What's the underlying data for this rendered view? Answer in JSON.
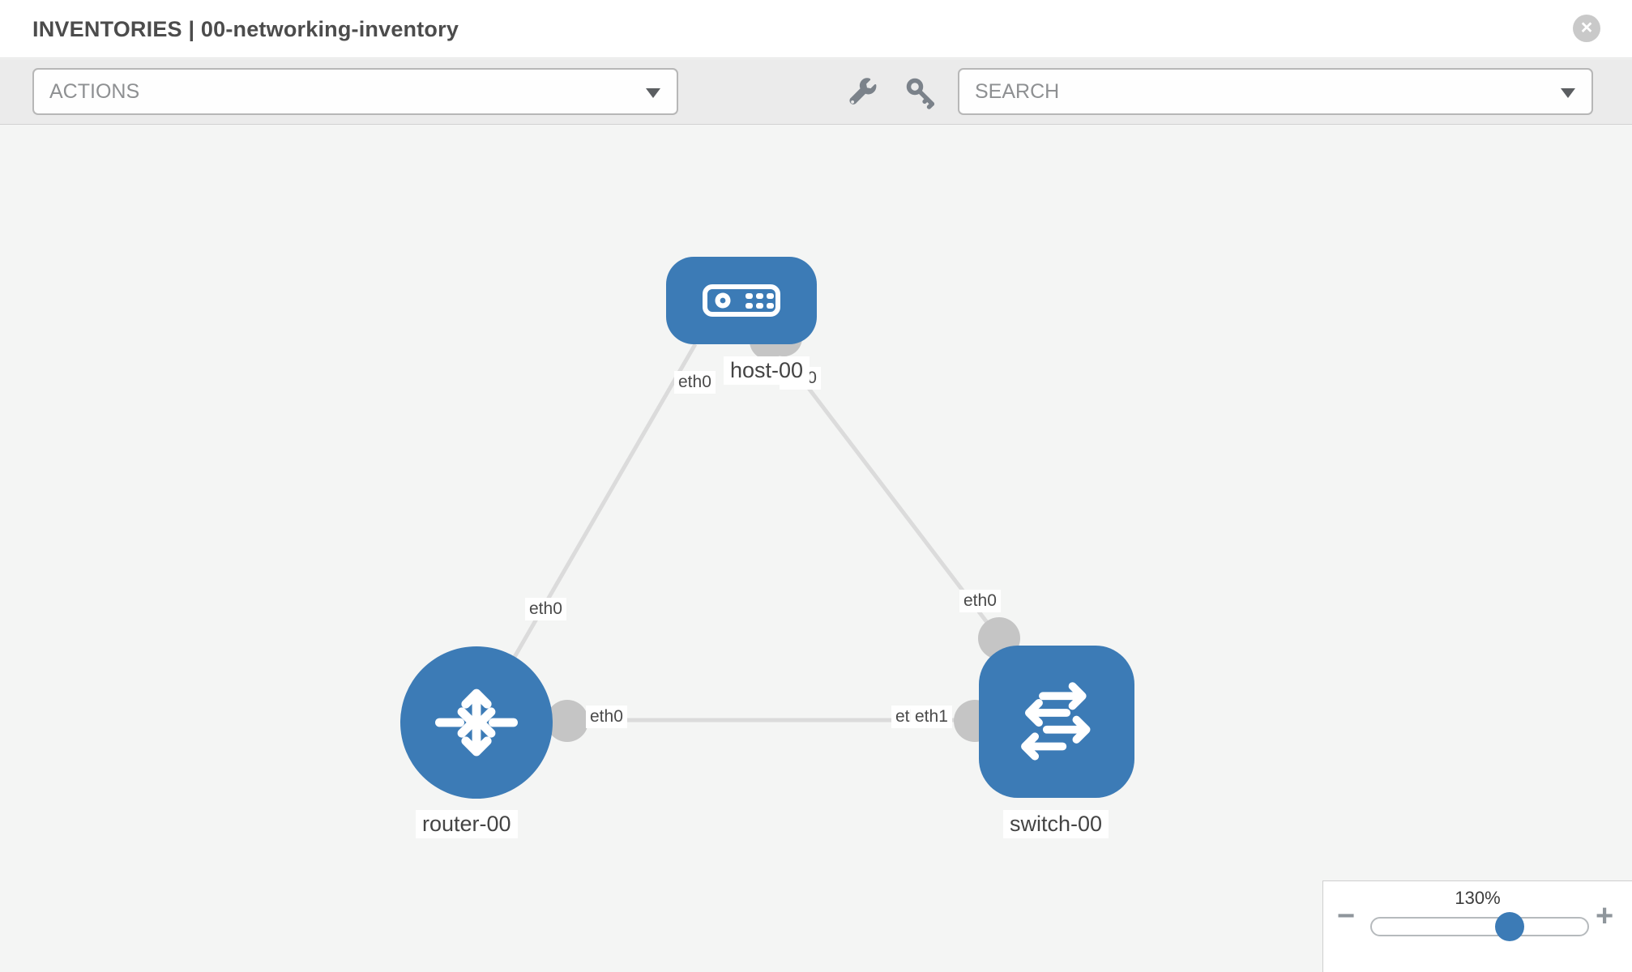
{
  "header": {
    "title": "INVENTORIES | 00-networking-inventory",
    "close": "×"
  },
  "toolbar": {
    "actions": "ACTIONS",
    "search": "SEARCH",
    "icons": [
      "wrench-icon",
      "key-icon"
    ]
  },
  "canvas": {
    "nodes": [
      {
        "id": "host-00",
        "type": "host",
        "label": "host-00"
      },
      {
        "id": "router-00",
        "type": "router",
        "label": "router-00"
      },
      {
        "id": "switch-00",
        "type": "switch",
        "label": "switch-00"
      }
    ],
    "links": [
      {
        "from": "host-00",
        "from_if": "eth0",
        "to": "router-00",
        "to_if": "eth0"
      },
      {
        "from": "host-00",
        "from_if": "eth0",
        "to": "switch-00",
        "to_if": "eth0"
      },
      {
        "from": "router-00",
        "from_if": "eth0",
        "to": "switch-00",
        "to_if": "eth1",
        "to_if_hidden": "eth0"
      }
    ]
  },
  "zoom": {
    "level": "130%",
    "minus": "−",
    "plus": "+"
  },
  "colors": {
    "node_blue": "#3c7bb6",
    "link_gray": "#dbdbdb",
    "stub_gray": "#c5c5c5",
    "toolbar_gray": "#ebebeb",
    "canvas_gray": "#f4f5f4"
  }
}
